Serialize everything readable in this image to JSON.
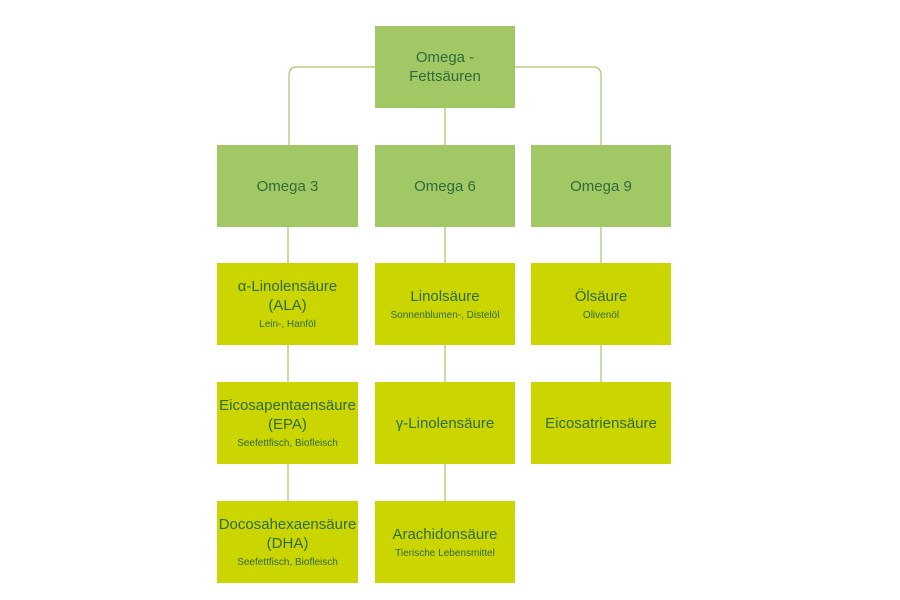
{
  "root": {
    "title": "Omega -\nFettsäuren"
  },
  "groups": [
    {
      "title": "Omega 3"
    },
    {
      "title": "Omega 6"
    },
    {
      "title": "Omega 9"
    }
  ],
  "items": {
    "omega3": [
      {
        "title": "α-Linolensäure\n(ALA)",
        "sub": "Lein-, Hanföl"
      },
      {
        "title": "Eicosapentaensäure\n(EPA)",
        "sub": "Seefettfisch, Biofleisch"
      },
      {
        "title": "Docosahexaensäure\n(DHA)",
        "sub": "Seefettfisch, Biofleisch"
      }
    ],
    "omega6": [
      {
        "title": "Linolsäure",
        "sub": "Sonnenblumen-, Distelöl"
      },
      {
        "title": "γ-Linolensäure",
        "sub": ""
      },
      {
        "title": "Arachidonsäure",
        "sub": "Tierische Lebensmittel"
      }
    ],
    "omega9": [
      {
        "title": "Ölsäure",
        "sub": "Olivenöl"
      },
      {
        "title": "Eicosatriensäure",
        "sub": ""
      }
    ]
  },
  "colors": {
    "group_fill": "#a2c865",
    "item_fill": "#cbd500",
    "text": "#2f6b3a",
    "connector": "#a2c865"
  }
}
